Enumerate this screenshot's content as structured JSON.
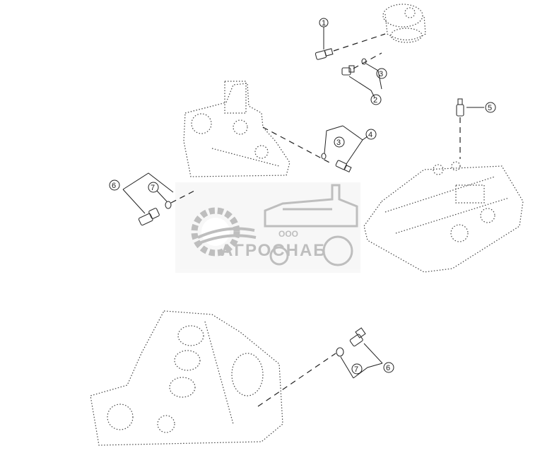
{
  "callouts": {
    "c1": "1",
    "c2": "2",
    "c3a": "3",
    "c3b": "3",
    "c4": "4",
    "c5": "5",
    "c6a": "6",
    "c6b": "6",
    "c7a": "7",
    "c7b": "7"
  },
  "watermark": {
    "company_prefix": "ООО",
    "company_name": "АГРОСНАБ"
  },
  "colors": {
    "line": "#222222",
    "watermark": "#8a8a8a"
  }
}
